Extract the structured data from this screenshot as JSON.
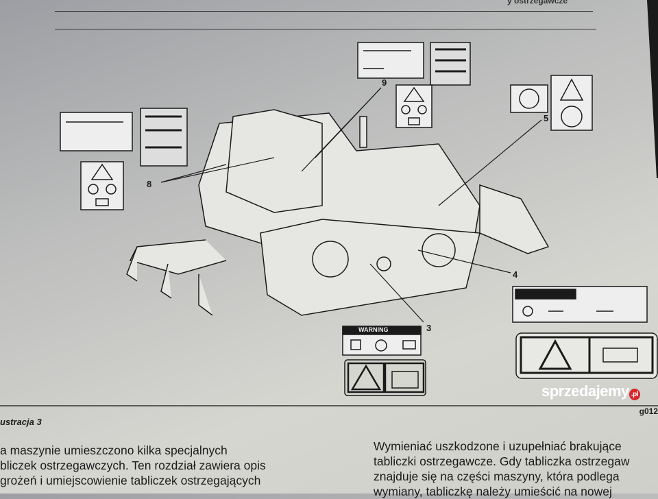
{
  "header": {
    "running_title": "y ostrzegawcze"
  },
  "figure": {
    "callouts": [
      "9",
      "5",
      "8",
      "4",
      "3"
    ],
    "warning_label_text": "WARNING",
    "caption": "ustracja 3",
    "figure_id": "g012"
  },
  "body": {
    "left_column": [
      "a maszynie umieszczono kilka specjalnych",
      "bliczek ostrzegawczych. Ten rozdział zawiera opis",
      "grożeń i umiejscowienie tabliczek ostrzegających"
    ],
    "right_column": [
      "Wymieniać uszkodzone i uzupełniać brakujące",
      "tabliczki ostrzegawcze. Gdy tabliczka ostrzegaw",
      "znajduje się na części maszyny, która podlega",
      "wymiany, tabliczkę należy umieścić na nowej"
    ]
  },
  "watermark": {
    "text": "sprzedajemy",
    "suffix": ".pl"
  }
}
